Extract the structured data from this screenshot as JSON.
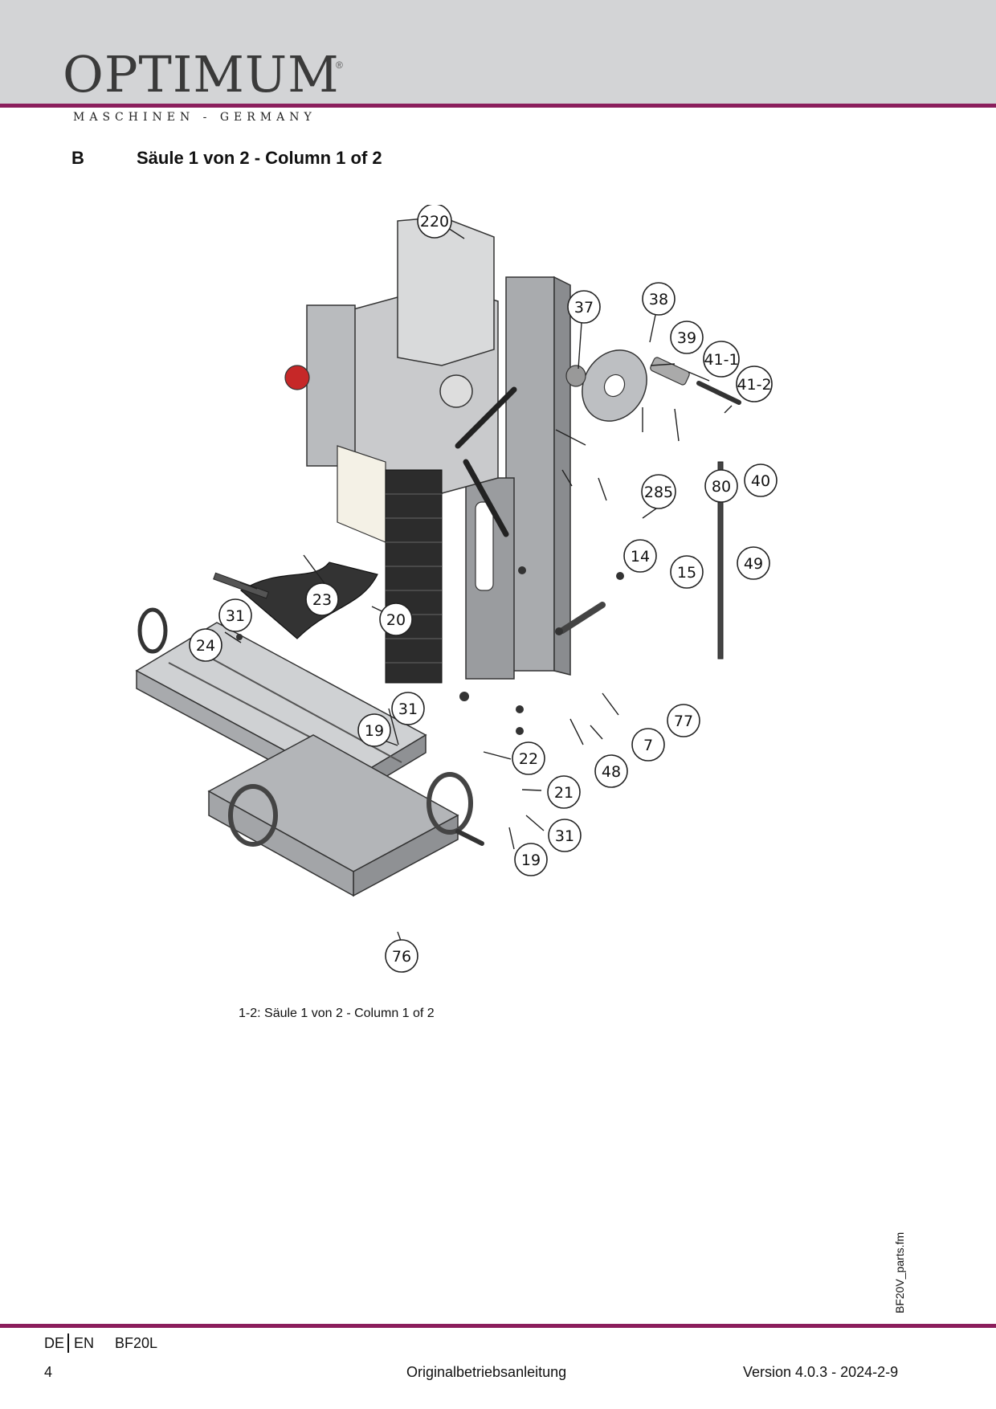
{
  "header": {
    "logo_text": "OPTIMUM",
    "logo_reg": "®",
    "logo_subtitle": "MASCHINEN - GERMANY",
    "brand_color": "#8b1e5c"
  },
  "section": {
    "letter": "B",
    "title": "Säule 1 von 2 - Column 1 of 2"
  },
  "figure": {
    "caption": "1-2:   Säule 1 von 2 - Column 1 of 2",
    "callouts": [
      "220",
      "37",
      "38",
      "39",
      "41-1",
      "41-2",
      "40",
      "80",
      "285",
      "14",
      "15",
      "49",
      "23",
      "31",
      "24",
      "20",
      "31",
      "19",
      "77",
      "7",
      "22",
      "48",
      "21",
      "31",
      "19",
      "76"
    ]
  },
  "side_tag": "BF20V_parts.fm",
  "footer": {
    "lang_de": "DE",
    "lang_en": "EN",
    "model": "BF20L",
    "page": "4",
    "doc": "Originalbetriebsanleitung",
    "version": "Version 4.0.3 - 2024-2-9"
  }
}
